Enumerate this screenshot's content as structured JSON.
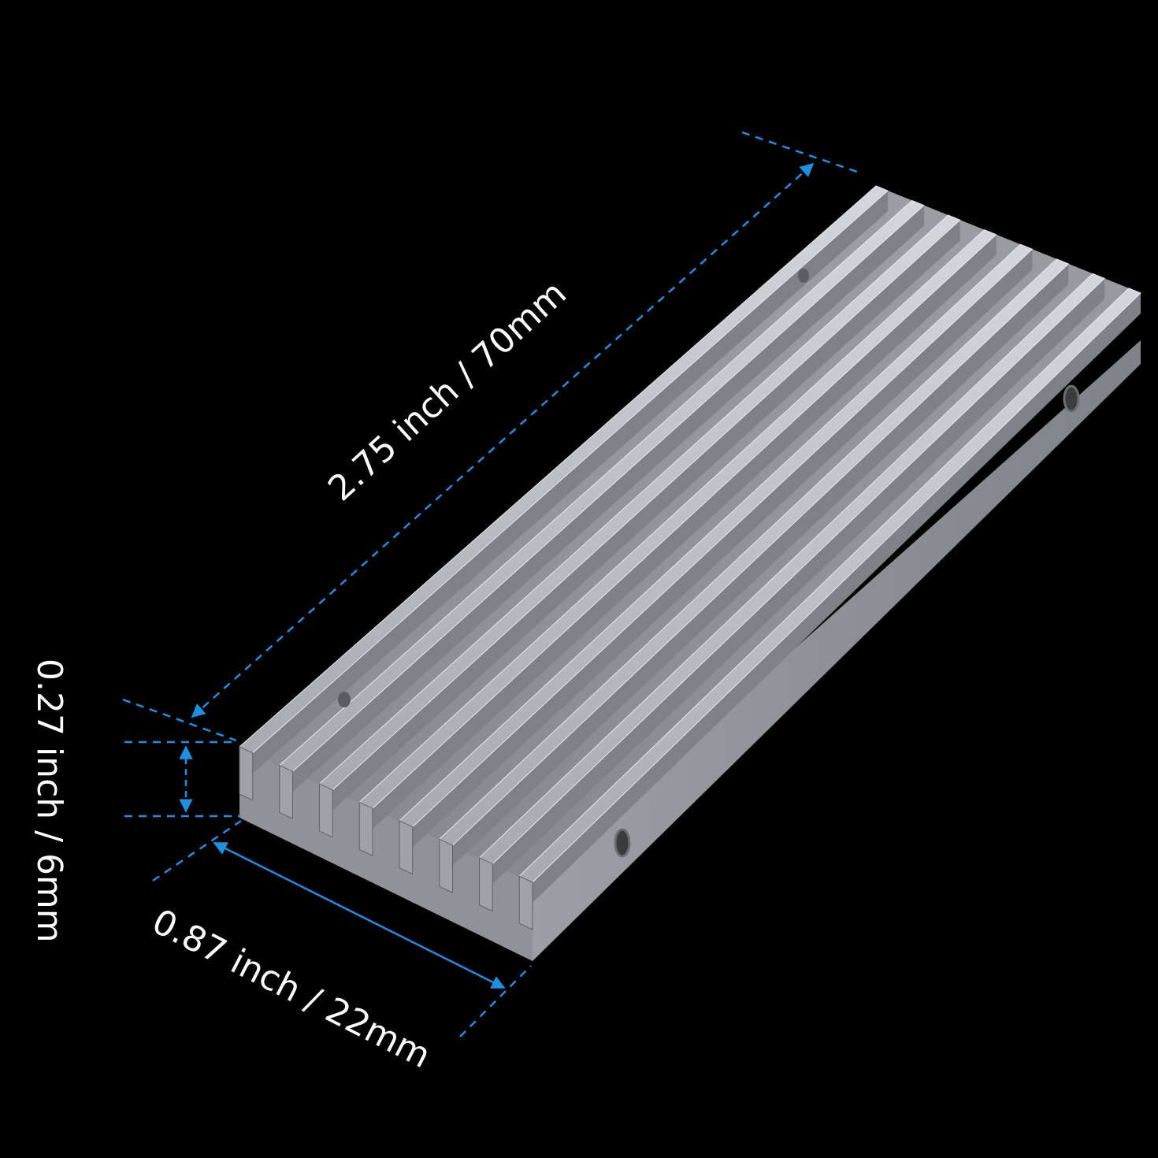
{
  "dimensions": {
    "length_label": "2.75 inch / 70mm",
    "height_label": "0.27 inch / 6mm",
    "width_label": "0.87 inch / 22mm"
  },
  "heatsink": {
    "fin_count": 8,
    "mounting_holes": 4
  },
  "colors": {
    "background": "#000000",
    "dimension_line": "#1f8fe0",
    "metal_top": "#b9bcc0",
    "metal_side": "#8e9196",
    "metal_dark": "#55585c",
    "text": "#ffffff"
  }
}
